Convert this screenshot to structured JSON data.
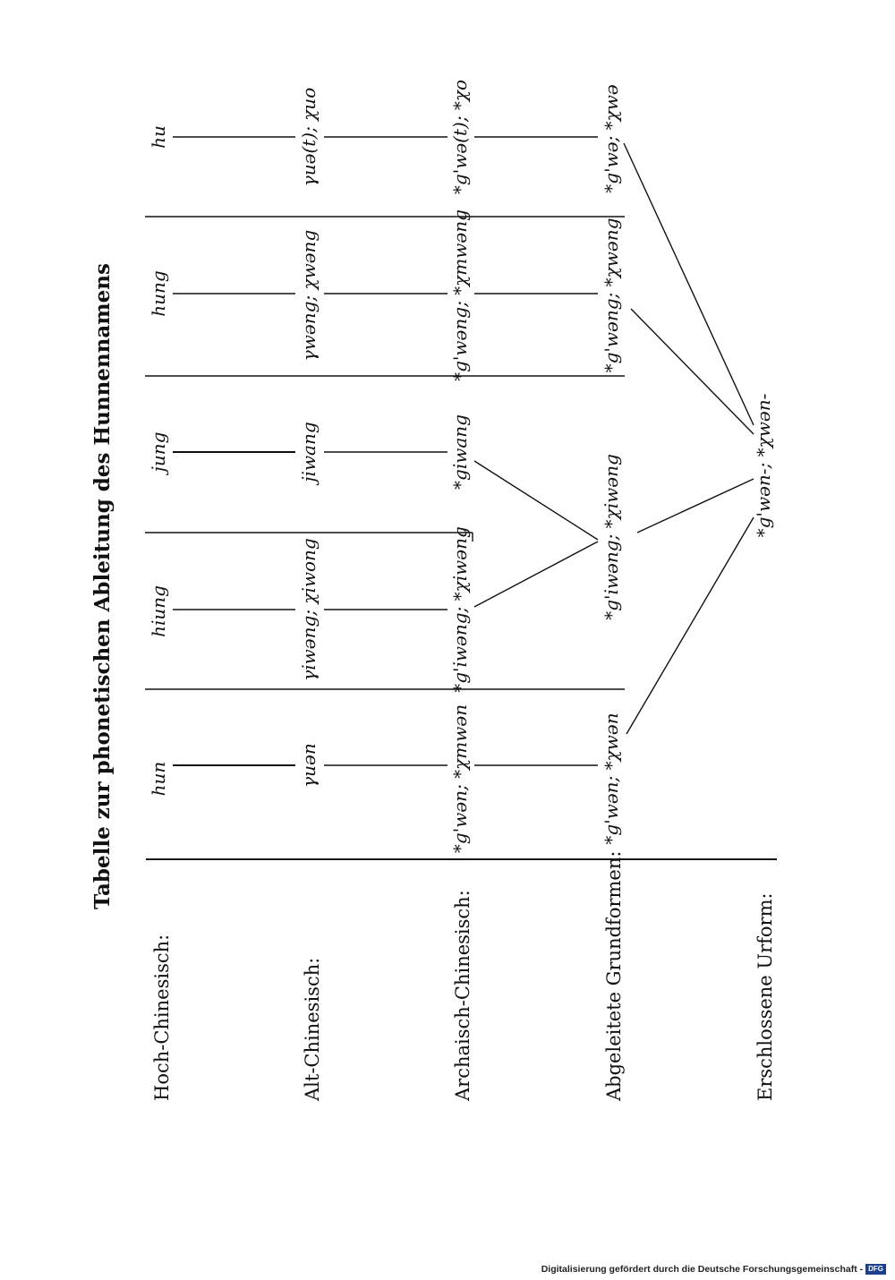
{
  "title": "Tabelle zur phonetischen Ableitung des Hunnennamens",
  "rows": [
    {
      "label": "Hoch-Chinesisch:"
    },
    {
      "label": "Alt-Chinesisch:"
    },
    {
      "label": "Archaisch-Chinesisch:"
    },
    {
      "label": "Abgeleitete Grundformen:"
    },
    {
      "label": "Erschlossene Urform:"
    }
  ],
  "forms": {
    "hoch": [
      "hun",
      "hiung",
      "jung",
      "hung",
      "hu"
    ],
    "alt": [
      "γuən",
      "γiwəng; χiwong",
      "jiwang",
      "γwəng; χwəng",
      "γuə(t); χuo"
    ],
    "archaisch": [
      "*g'wən; *χmwən",
      "*g'iwəng; *χiwəng",
      "*giwang",
      "*g'wəng; *χmwəng",
      "*g'wə(t); *χo"
    ],
    "abgeleitet": [
      "*g'wən; *χwən",
      "*g'iwəng; *χiwəng",
      "*g'wəng; *χwəng",
      "*g'wə; *χwə"
    ],
    "urform": "*g'wən-; *χwən-"
  },
  "footer": {
    "text": "Digitalisierung gefördert durch die Deutsche Forschungsgemeinschaft -",
    "logo": "DFG"
  }
}
